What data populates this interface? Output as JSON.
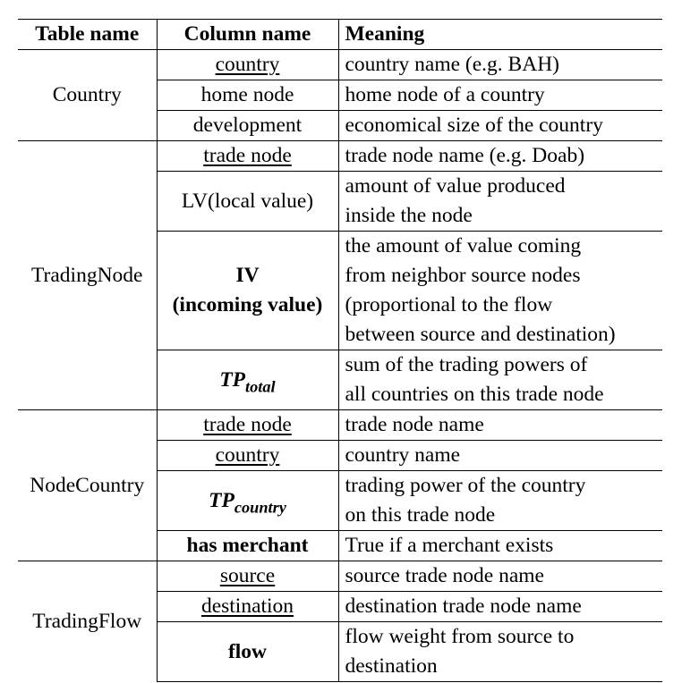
{
  "headers": {
    "table_name": "Table name",
    "column_name": "Column name",
    "meaning": "Meaning"
  },
  "groups": {
    "country": {
      "table": "Country",
      "rows": [
        {
          "column": "country",
          "meaning": "country name (e.g. BAH)"
        },
        {
          "column": "home node",
          "meaning": "home node of a country"
        },
        {
          "column": "development",
          "meaning": "economical size of the country"
        }
      ]
    },
    "trading_node": {
      "table": "TradingNode",
      "rows": [
        {
          "column": "trade node",
          "meaning": "trade node name (e.g. Doab)"
        },
        {
          "column": "LV(local value)",
          "meaning_1": "amount of value produced",
          "meaning_2": "inside the node"
        },
        {
          "column_1": "IV",
          "column_2": "(incoming value)",
          "meaning_1": "the amount of value coming",
          "meaning_2": "from neighbor source nodes",
          "meaning_3": "(proportional to the flow",
          "meaning_4": "between source and destination)"
        },
        {
          "column_main": "TP",
          "column_sub": "total",
          "meaning_1": "sum of the trading powers of",
          "meaning_2": "all countries on this trade node"
        }
      ]
    },
    "node_country": {
      "table": "NodeCountry",
      "rows": [
        {
          "column": "trade node",
          "meaning": "trade node name"
        },
        {
          "column": "country",
          "meaning": "country name"
        },
        {
          "column_main": "TP",
          "column_sub": "country",
          "meaning_1": "trading power of the country",
          "meaning_2": "on this trade node"
        },
        {
          "column": "has merchant",
          "meaning": "True if a merchant exists"
        }
      ]
    },
    "trading_flow": {
      "table": "TradingFlow",
      "rows": [
        {
          "column": "source",
          "meaning": "source trade node name"
        },
        {
          "column": "destination",
          "meaning": "destination trade node name"
        },
        {
          "column": "flow",
          "meaning_1": "flow weight from source to",
          "meaning_2": "destination"
        }
      ]
    }
  }
}
